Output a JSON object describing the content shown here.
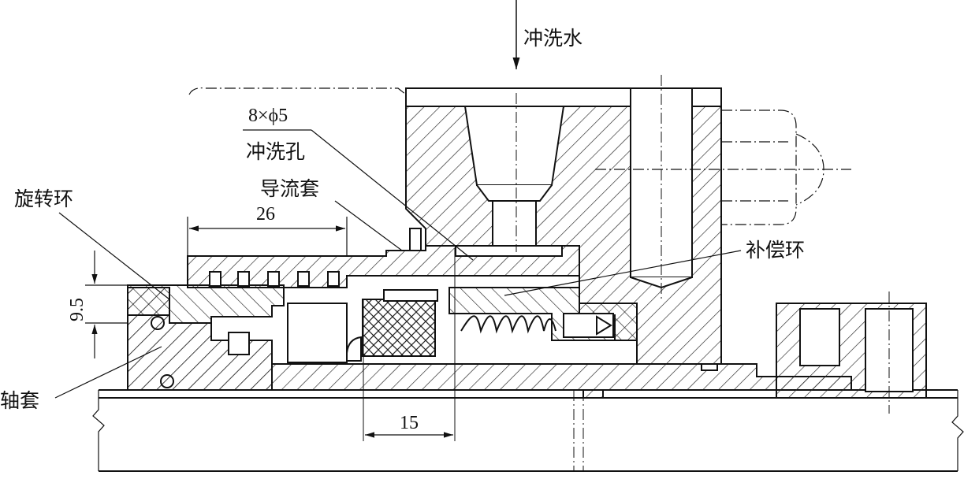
{
  "labels": {
    "flush_water": "冲洗水",
    "hole_spec": "8×ϕ5",
    "flush_hole": "冲洗孔",
    "guide_sleeve": "导流套",
    "rotating_ring": "旋转环",
    "compensation_ring": "补偿环",
    "shaft_sleeve": "轴套"
  },
  "dimensions": {
    "guide_length": "26",
    "height": "9.5",
    "spacing": "15"
  },
  "style": {
    "line_color": "#111111",
    "hatch_color": "#222222",
    "background": "#ffffff"
  }
}
